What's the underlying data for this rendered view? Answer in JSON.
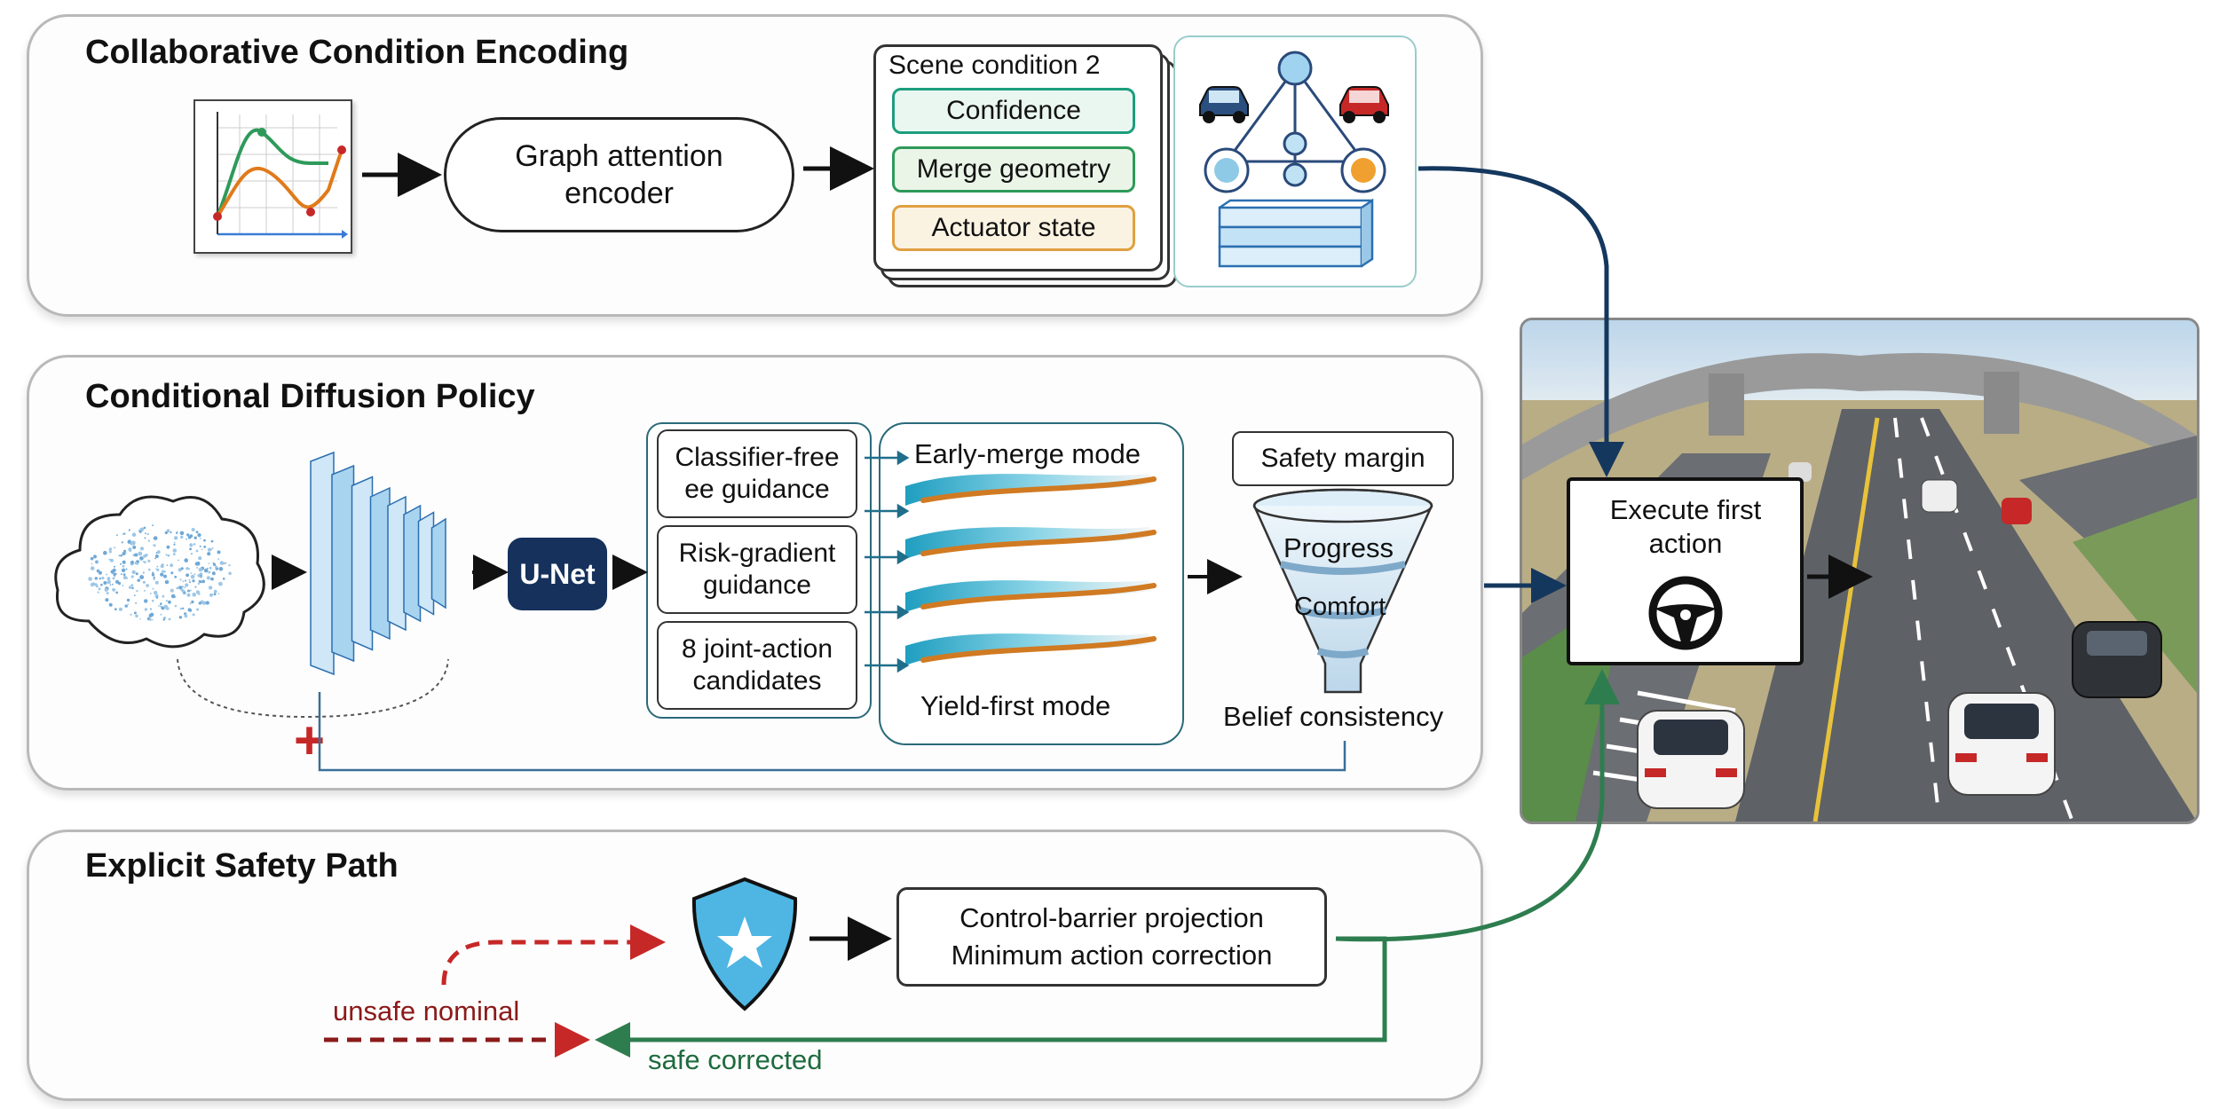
{
  "panels": {
    "encoding": {
      "title": "Collaborative Condition Encoding",
      "encoder": "Graph attention encoder",
      "scene": {
        "header": "Scene condition 2",
        "items": [
          "Confidence",
          "Merge geometry",
          "Actuator state"
        ]
      }
    },
    "diffusion": {
      "title": "Conditional Diffusion Policy",
      "unet": "U-Net",
      "guidance": [
        "Classifier-free ee guidance",
        "Risk-gradient guidance",
        "8 joint-action candidates"
      ],
      "modes": {
        "top": "Early-merge mode",
        "bottom": "Yield-first mode"
      },
      "funnel": {
        "top": "Safety margin",
        "middle": [
          "Progress",
          "Comfort"
        ],
        "bottom": "Belief consistency"
      },
      "plus_symbol": "+"
    },
    "safety": {
      "title": "Explicit Safety Path",
      "projection": [
        "Control-barrier projection",
        "Minimum action correction"
      ],
      "unsafe_label": "unsafe nominal",
      "safe_label": "safe corrected"
    }
  },
  "execute": {
    "label": "Execute first action",
    "icon": "steering-wheel-icon"
  },
  "colors": {
    "navy": "#14375e",
    "green": "#2e7d4f",
    "red": "#c62828",
    "blue_light": "#8ecae6",
    "teal": "#3bb0c8",
    "orange": "#f0a030",
    "unet": "#15315c",
    "scene_border": "#1d9e7e"
  }
}
